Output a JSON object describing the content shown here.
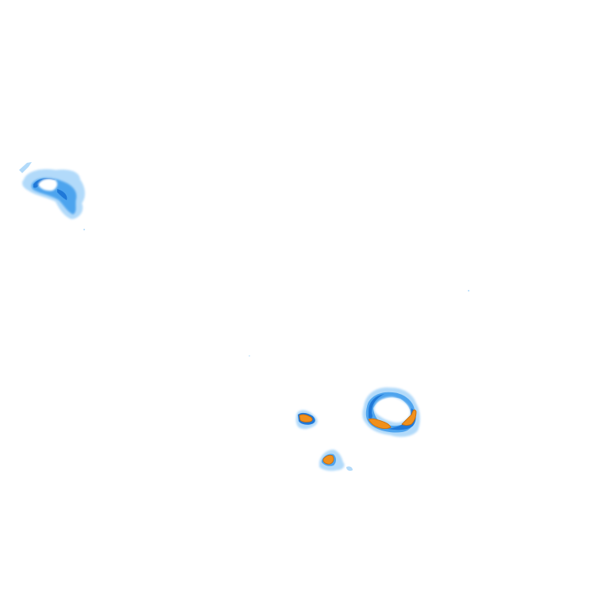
{
  "map": {
    "layer": "precipitation-radar-overlay",
    "background": "#ffffff",
    "intensity_colors": {
      "light": "#aad6fa",
      "light_moderate": "#7fc0f5",
      "moderate": "#4ea4ee",
      "heavy": "#1f78d8",
      "very_heavy": "#f0901c",
      "very_heavy_edge": "#c86a08"
    },
    "echoes": [
      {
        "id": "cell-northwest",
        "max_intensity": "heavy"
      },
      {
        "id": "cell-southeast-large",
        "max_intensity": "very_heavy"
      },
      {
        "id": "cell-south-small-west",
        "max_intensity": "very_heavy"
      },
      {
        "id": "cell-south-small-lower",
        "max_intensity": "very_heavy"
      }
    ]
  }
}
